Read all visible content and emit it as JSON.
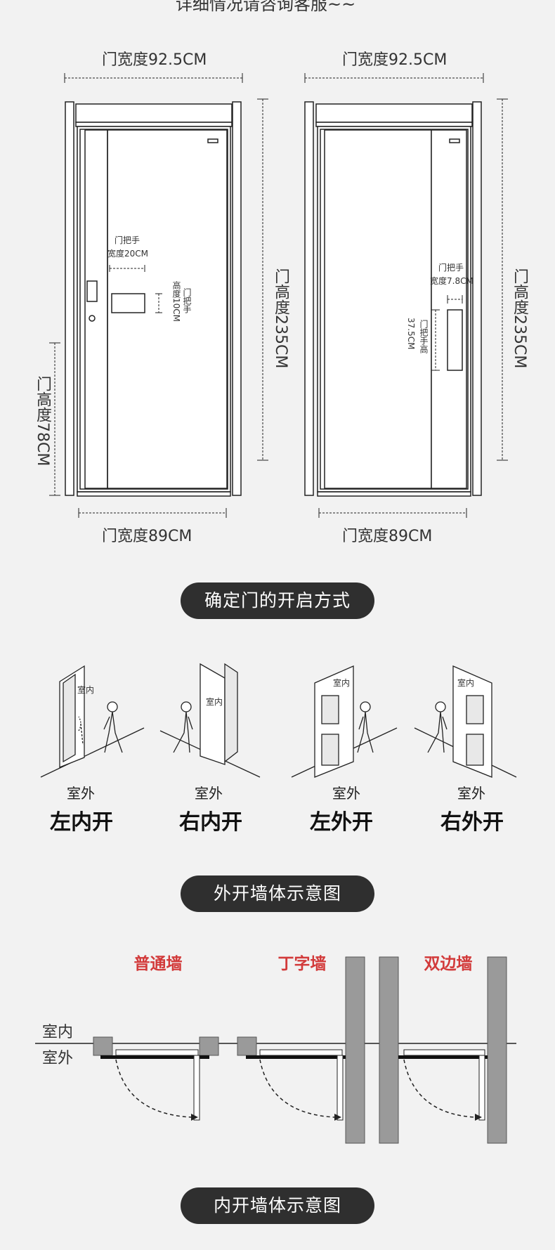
{
  "header": {
    "partial_title": "详细情况请咨询客服~~"
  },
  "door_dimensions": {
    "left": {
      "top_width": "门宽度92.5CM",
      "bottom_width": "门宽度89CM",
      "height": "门高度235CM",
      "handle_height_from_floor": "门高度78CM",
      "handle_label_1": "门把手",
      "handle_label_2": "宽度20CM",
      "handle_height_label": "门把手",
      "handle_height_value": "高度10CM"
    },
    "right": {
      "top_width": "门宽度92.5CM",
      "bottom_width": "门宽度89CM",
      "height": "门高度235CM",
      "handle_label_1": "门把手",
      "handle_label_2": "宽度7.8CM",
      "handle_length_label": "门把手高",
      "handle_length_value": "37.5CM"
    }
  },
  "sections": {
    "opening_method": "确定门的开启方式",
    "outward_wall": "外开墙体示意图",
    "inward_wall": "内开墙体示意图"
  },
  "opening_types": [
    {
      "inside": "室内",
      "outside": "室外",
      "name": "左内开"
    },
    {
      "inside": "室内",
      "outside": "室外",
      "name": "右内开"
    },
    {
      "inside": "室内",
      "outside": "室外",
      "name": "左外开"
    },
    {
      "inside": "室内",
      "outside": "室外",
      "name": "右外开"
    }
  ],
  "wall_types": {
    "inside": "室内",
    "outside": "室外",
    "items": [
      "普通墙",
      "丁字墙",
      "双边墙"
    ]
  },
  "colors": {
    "pill_bg": "#2f2f2f",
    "wall_title": "#d23a3a",
    "wall_block": "#9a9a9a",
    "background": "#f2f2f2"
  }
}
